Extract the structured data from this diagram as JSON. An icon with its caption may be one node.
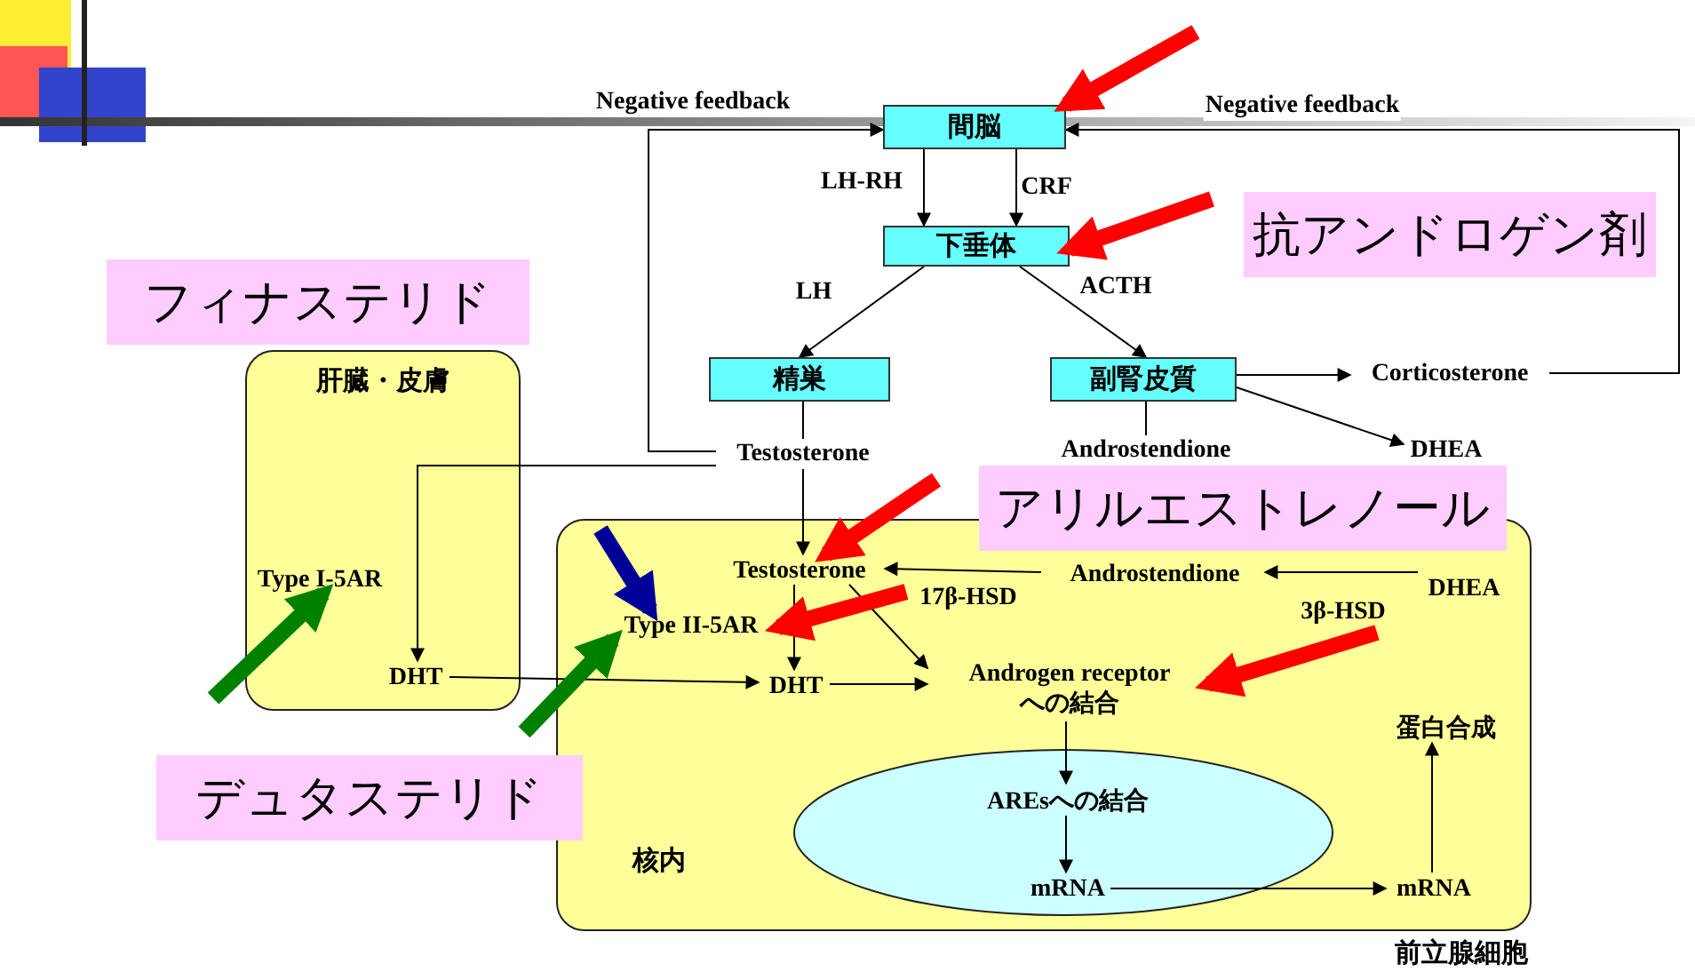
{
  "diagram": {
    "nodes": [
      {
        "text": [
          "間脳"
        ]
      },
      {
        "text": [
          "下垂体"
        ]
      },
      {
        "text": [
          "精巣"
        ]
      },
      {
        "text": [
          "副腎皮質"
        ]
      },
      {
        "text": [
          "Corticosterone"
        ]
      },
      {
        "text": [
          "Testosterone"
        ]
      },
      {
        "text": [
          "Androstendione"
        ]
      },
      {
        "text": [
          "DHEA"
        ]
      },
      {
        "text": [
          "肝臓・皮膚"
        ]
      },
      {
        "text": [
          "Type I-5AR"
        ],
        "in": 8
      },
      {
        "text": [
          "DHT"
        ],
        "in": 8
      },
      {
        "text": [
          "前立腺細胞"
        ]
      },
      {
        "text": [
          "Testosterone"
        ],
        "in": 11
      },
      {
        "text": [
          "Androstendione"
        ],
        "in": 11
      },
      {
        "text": [
          "DHEA"
        ],
        "in": 11
      },
      {
        "text": [
          "Type II-5AR"
        ],
        "in": 11
      },
      {
        "text": [
          "DHT"
        ],
        "in": 11
      },
      {
        "text": [
          "Androgen receptor への結合"
        ],
        "in": 11
      },
      {
        "text": [],
        "shape": "ellipse",
        "in": 11
      },
      {
        "text": [
          "AREsへの結合"
        ],
        "in": 18
      },
      {
        "text": [
          "mRNA"
        ],
        "in": 18
      },
      {
        "text": [
          "mRNA"
        ],
        "in": 11
      },
      {
        "text": [
          "蛋白合成"
        ],
        "in": 11
      },
      {
        "text": [
          "抗アンドロゲン剤"
        ]
      },
      {
        "text": [
          "フィナステリド"
        ]
      },
      {
        "text": [
          "アリルエストレノール"
        ]
      },
      {
        "text": [
          "デュタステリド"
        ]
      }
    ],
    "edges": [
      {
        "from": 5,
        "to": 0,
        "arrow": "to",
        "label": "Negative feedback"
      },
      {
        "from": 4,
        "to": 0,
        "arrow": "to",
        "label": "Negative feedback"
      },
      {
        "from": 0,
        "to": 1,
        "arrow": "to",
        "label": "LH-RH"
      },
      {
        "from": 0,
        "to": 1,
        "arrow": "to",
        "label": "CRF"
      },
      {
        "from": 1,
        "to": 2,
        "arrow": "to",
        "label": "LH"
      },
      {
        "from": 1,
        "to": 3,
        "arrow": "to",
        "label": "ACTH"
      },
      {
        "from": 3,
        "to": 4,
        "arrow": "to"
      },
      {
        "from": 3,
        "to": 7,
        "arrow": "to"
      },
      {
        "from": 2,
        "to": 5,
        "arrow": "none"
      },
      {
        "from": 3,
        "to": 6,
        "arrow": "none"
      },
      {
        "from": 5,
        "to": 10,
        "arrow": "to"
      },
      {
        "from": 5,
        "to": 12,
        "arrow": "to"
      },
      {
        "from": 14,
        "to": 13,
        "arrow": "to",
        "label": "3β-HSD"
      },
      {
        "from": 13,
        "to": 12,
        "arrow": "to",
        "label": "17β-HSD"
      },
      {
        "from": 12,
        "to": 16,
        "arrow": "to"
      },
      {
        "from": 12,
        "to": 17,
        "arrow": "to"
      },
      {
        "from": 10,
        "to": 16,
        "arrow": "to"
      },
      {
        "from": 16,
        "to": 17,
        "arrow": "to"
      },
      {
        "from": 17,
        "to": 19,
        "arrow": "to"
      },
      {
        "from": 19,
        "to": 20,
        "arrow": "to"
      },
      {
        "from": 20,
        "to": 21,
        "arrow": "to"
      },
      {
        "from": 21,
        "to": 22,
        "arrow": "to"
      },
      {
        "from": null,
        "to": 0,
        "arrow": "to",
        "style": "thick",
        "color": "#ff0000"
      },
      {
        "from": null,
        "to": 1,
        "arrow": "to",
        "style": "thick",
        "color": "#ff0000"
      },
      {
        "from": null,
        "to": 12,
        "arrow": "to",
        "style": "thick",
        "color": "#ff0000"
      },
      {
        "from": null,
        "to": 15,
        "arrow": "to",
        "style": "thick",
        "color": "#ff0000"
      },
      {
        "from": null,
        "to": 17,
        "arrow": "to",
        "style": "thick",
        "color": "#ff0000"
      },
      {
        "from": null,
        "to": 15,
        "arrow": "to",
        "style": "thick",
        "color": "#000099"
      },
      {
        "from": null,
        "to": 15,
        "arrow": "to",
        "style": "thick",
        "color": "#008000"
      },
      {
        "from": null,
        "to": 9,
        "arrow": "to",
        "style": "thick",
        "color": "#008000"
      }
    ],
    "labels": [
      "核内"
    ]
  }
}
